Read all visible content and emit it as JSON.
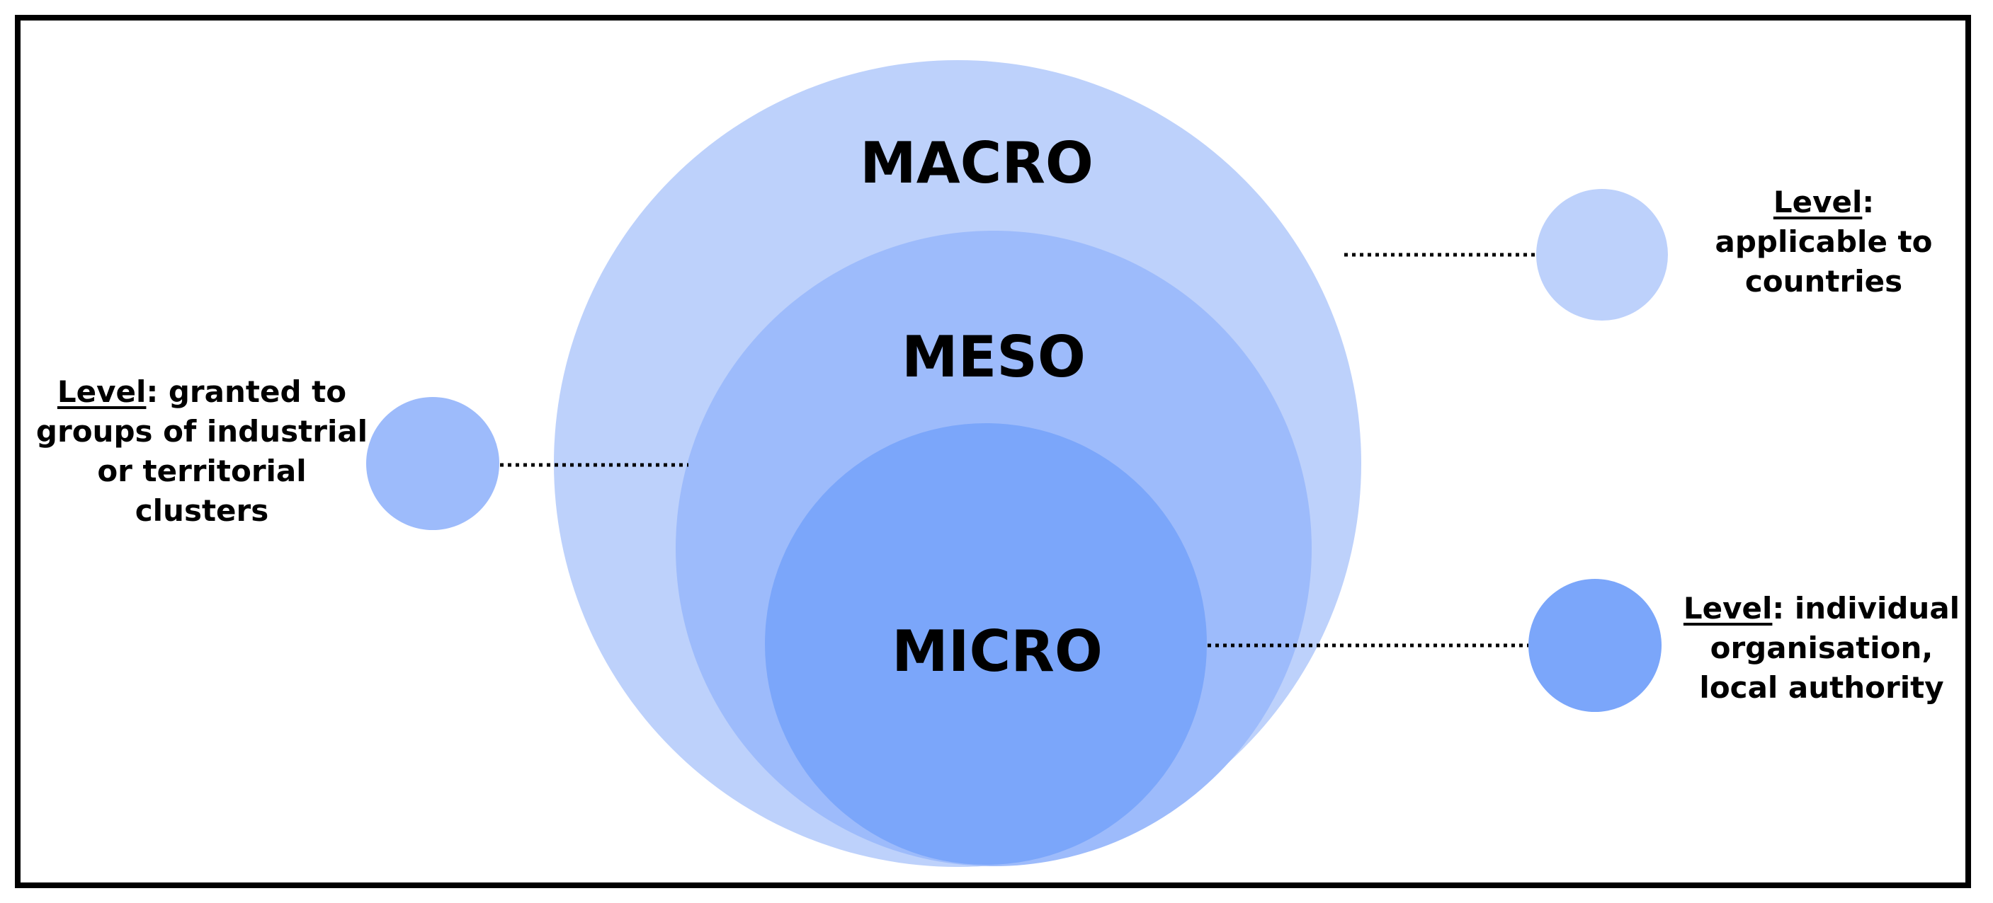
{
  "colors": {
    "macro": "#bdd1fb",
    "meso": "#9dbbfb",
    "micro": "#7ba6fa",
    "connector": "#000000"
  },
  "levels": {
    "macro": {
      "label": "MACRO",
      "keyword": "Level",
      "description": ": applicable to countries"
    },
    "meso": {
      "label": "MESO",
      "keyword": "Level",
      "description": ": granted to groups of industrial or territorial clusters"
    },
    "micro": {
      "label": "MICRO",
      "keyword": "Level",
      "description": ": individual organisation, local authority"
    }
  }
}
